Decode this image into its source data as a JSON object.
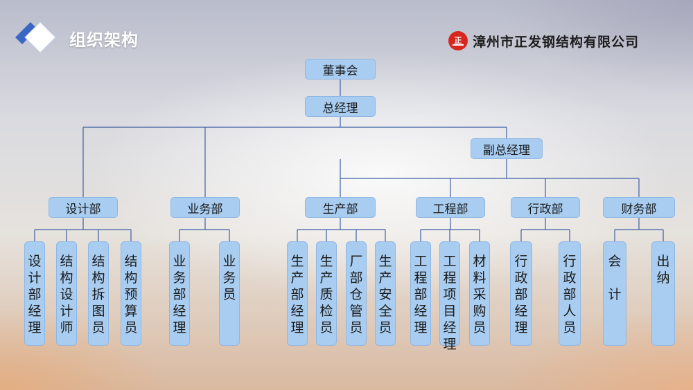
{
  "header": {
    "title": "组织架构",
    "logo_icon": "diamond-logo-icon",
    "company_seal_text": "正",
    "company_name": "漳州市正发钢结构有限公司"
  },
  "colors": {
    "node_fill": "#a9cdf1",
    "node_border": "#8fb7e3",
    "connector": "#3d5ea4",
    "seal_red": "#d7261e"
  },
  "nodes": {
    "board": "董事会",
    "gm": "总经理",
    "deputy": "副总经理"
  },
  "departments": [
    {
      "name": "设计部",
      "staff": [
        "设计部经理",
        "结构设计师",
        "结构拆图员",
        "结构预算员"
      ]
    },
    {
      "name": "业务部",
      "staff": [
        "业务部经理",
        "业务员"
      ]
    },
    {
      "name": "生产部",
      "staff": [
        "生产部经理",
        "生产质检员",
        "厂部仓管员",
        "生产安全员"
      ]
    },
    {
      "name": "工程部",
      "staff": [
        "工程部经理",
        "工程项目经理",
        "材料采购员"
      ]
    },
    {
      "name": "行政部",
      "staff": [
        "行政部经理",
        "行政部人员"
      ]
    },
    {
      "name": "财务部",
      "staff": [
        "会 计",
        "出纳"
      ]
    }
  ]
}
